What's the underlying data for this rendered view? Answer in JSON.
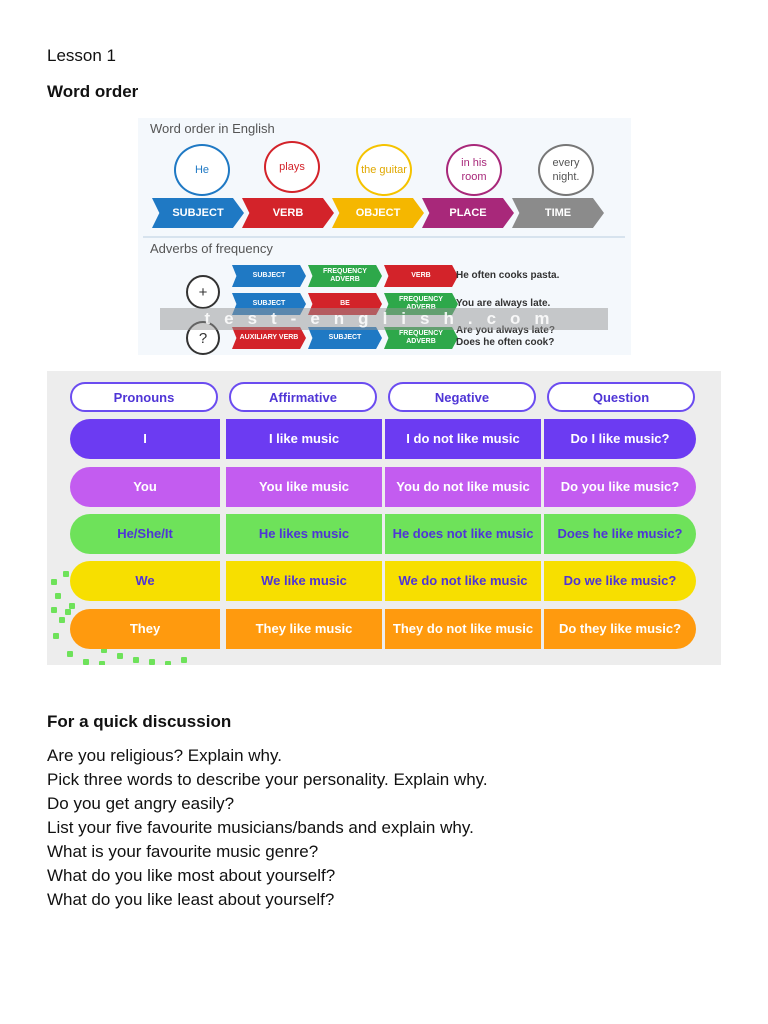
{
  "lesson_label": "Lesson 1",
  "heading": "Word order",
  "word_order": {
    "title": "Word order in English",
    "circles": [
      "He",
      "plays",
      "the guitar",
      "in his room",
      "every night."
    ],
    "chevrons": [
      "SUBJECT",
      "VERB",
      "OBJECT",
      "PLACE",
      "TIME"
    ],
    "colors": [
      "#1f79c4",
      "#d3232a",
      "#f5b700",
      "#a8287a",
      "#8b8b8b"
    ],
    "adverbs_title": "Adverbs of frequency",
    "signs": [
      "+",
      "?"
    ],
    "rows": [
      {
        "tags": [
          "SUBJECT",
          "FREQUENCY ADVERB",
          "VERB"
        ],
        "example": "He often cooks pasta."
      },
      {
        "tags": [
          "SUBJECT",
          "BE",
          "FREQUENCY ADVERB"
        ],
        "example": "You are always late."
      },
      {
        "tags": [
          "AUXILIARY VERB",
          "SUBJECT",
          "FREQUENCY ADVERB"
        ],
        "example": "Are you always late?"
      }
    ],
    "extra_example": "Does he often cook?",
    "watermark": "test-english.com"
  },
  "pronoun_table": {
    "headers": [
      "Pronouns",
      "Affirmative",
      "Negative",
      "Question"
    ],
    "rows": [
      {
        "cells": [
          "I",
          "I like music",
          "I do not like music",
          "Do I like music?"
        ],
        "color": "#6c3bf2",
        "text_color": "#ffffff"
      },
      {
        "cells": [
          "You",
          "You like music",
          "You do not like music",
          "Do you like music?"
        ],
        "color": "#c35cf0",
        "text_color": "#ffffff"
      },
      {
        "cells": [
          "He/She/It",
          "He likes music",
          "He does not like music",
          "Does he like music?"
        ],
        "color": "#6ee25a",
        "text_color": "#4f35d6"
      },
      {
        "cells": [
          "We",
          "We like music",
          "We do not like music",
          "Do we like music?"
        ],
        "color": "#f7df00",
        "text_color": "#4f35d6"
      },
      {
        "cells": [
          "They",
          "They like music",
          "They do not like music",
          "Do they like music?"
        ],
        "color": "#ff9a0e",
        "text_color": "#ffffff"
      }
    ]
  },
  "discussion": {
    "heading": "For a quick discussion",
    "questions": [
      "Are you religious? Explain why.",
      "Pick three words to describe your personality. Explain why.",
      "Do you get angry easily?",
      "List your five favourite musicians/bands and explain why.",
      "What is your favourite music genre?",
      "What do you like most about yourself?",
      "What do you like least about yourself?"
    ]
  }
}
